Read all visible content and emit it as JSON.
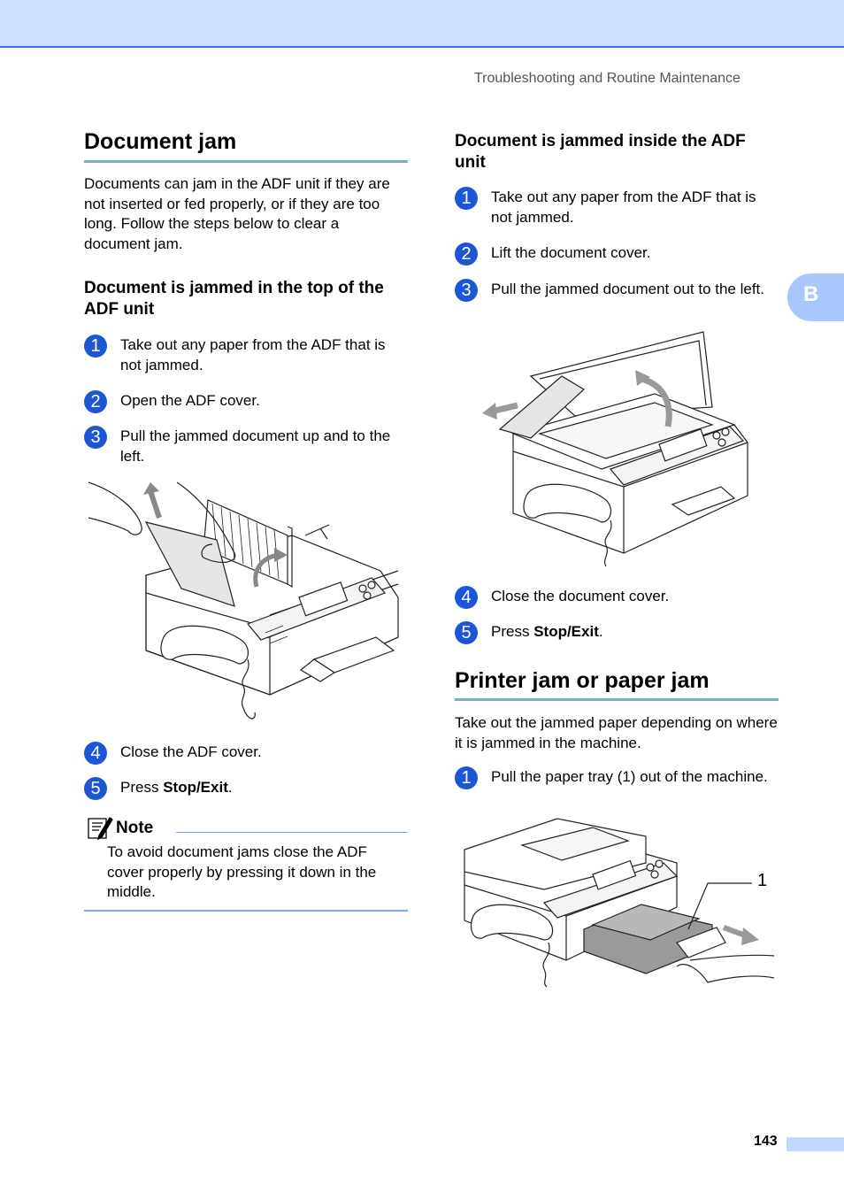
{
  "header": {
    "running_title": "Troubleshooting and Routine Maintenance",
    "tab_letter": "B"
  },
  "left": {
    "title": "Document jam",
    "intro": "Documents can jam in the ADF unit if they are not inserted or fed properly, or if they are too long. Follow the steps below to clear a document jam.",
    "subtitle": "Document is jammed in the top of the ADF unit",
    "steps_a": [
      {
        "num": "1",
        "text": "Take out any paper from the ADF that is not jammed."
      },
      {
        "num": "2",
        "text": "Open the ADF cover."
      },
      {
        "num": "3",
        "text": "Pull the jammed document up and to the left."
      }
    ],
    "steps_b": [
      {
        "num": "4",
        "text": "Close the ADF cover."
      },
      {
        "num": "5",
        "text_prefix": "Press ",
        "text_bold": "Stop/Exit",
        "text_suffix": "."
      }
    ],
    "note": {
      "label": "Note",
      "text": "To avoid document jams close the ADF cover properly by pressing it down in the middle."
    }
  },
  "right": {
    "subtitle": "Document is jammed inside the ADF unit",
    "steps_a": [
      {
        "num": "1",
        "text": "Take out any paper from the ADF that is not jammed."
      },
      {
        "num": "2",
        "text": "Lift the document cover."
      },
      {
        "num": "3",
        "text": "Pull the jammed document out to the left."
      }
    ],
    "steps_b": [
      {
        "num": "4",
        "text": "Close the document cover."
      },
      {
        "num": "5",
        "text_prefix": "Press ",
        "text_bold": "Stop/Exit",
        "text_suffix": "."
      }
    ],
    "title2": "Printer jam or paper jam",
    "intro2": "Take out the jammed paper depending on where it is jammed in the machine.",
    "steps_c": [
      {
        "num": "1",
        "text": "Pull the paper tray (1) out of the machine."
      }
    ],
    "callout": "1"
  },
  "footer": {
    "page_number": "143"
  }
}
